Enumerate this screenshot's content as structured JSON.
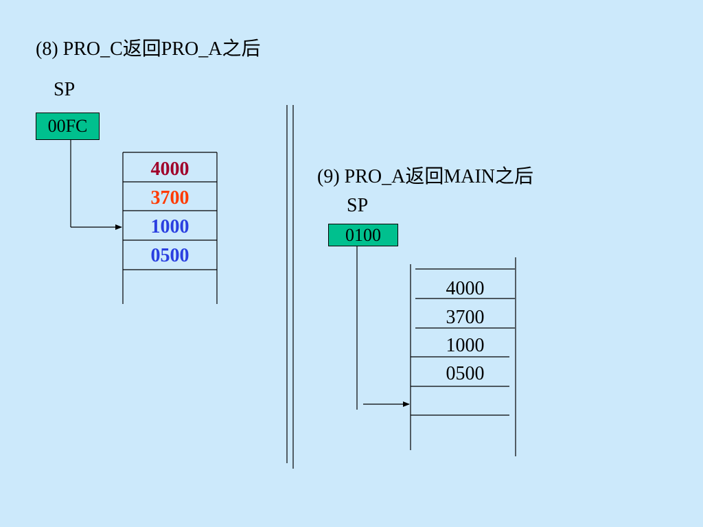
{
  "left": {
    "title": "(8) PRO_C返回PRO_A之后",
    "sp_label": "SP",
    "sp_value": "00FC",
    "stack": [
      {
        "value": "4000",
        "color": "#a0002a"
      },
      {
        "value": "3700",
        "color": "#ff3b00"
      },
      {
        "value": "1000",
        "color": "#2a3fe0"
      },
      {
        "value": "0500",
        "color": "#2a3fe0"
      }
    ]
  },
  "right": {
    "title": "(9) PRO_A返回MAIN之后",
    "sp_label": "SP",
    "sp_value": "0100",
    "stack": [
      {
        "value": "4000"
      },
      {
        "value": "3700"
      },
      {
        "value": "1000"
      },
      {
        "value": "0500"
      }
    ]
  },
  "colors": {
    "background": "#cce9fb",
    "sp_box": "#00c08e"
  }
}
